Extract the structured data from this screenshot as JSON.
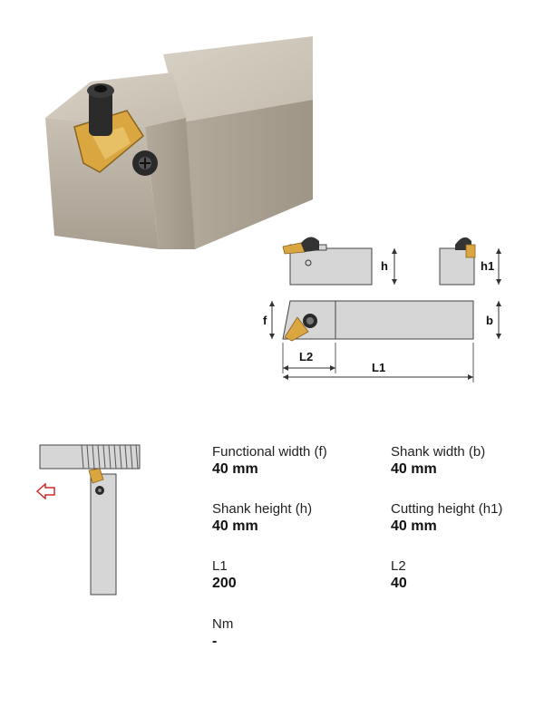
{
  "diagram": {
    "dim_h": "h",
    "dim_h1": "h1",
    "dim_f": "f",
    "dim_b": "b",
    "dim_l2": "L2",
    "dim_l1": "L1"
  },
  "specs": [
    {
      "label": "Functional width (f)",
      "value": "40 mm"
    },
    {
      "label": "Shank width (b)",
      "value": "40 mm"
    },
    {
      "label": "Shank height (h)",
      "value": "40 mm"
    },
    {
      "label": "Cutting height (h1)",
      "value": "40 mm"
    },
    {
      "label": "L1",
      "value": "200"
    },
    {
      "label": "L2",
      "value": "40"
    },
    {
      "label": "Nm",
      "value": "-"
    }
  ],
  "colors": {
    "tool_body": "#b9b0a2",
    "insert_gold": "#d9a640",
    "arrow_red": "#d42a2a"
  },
  "icons": {
    "direction_arrow": "left-arrow-outline-icon"
  }
}
